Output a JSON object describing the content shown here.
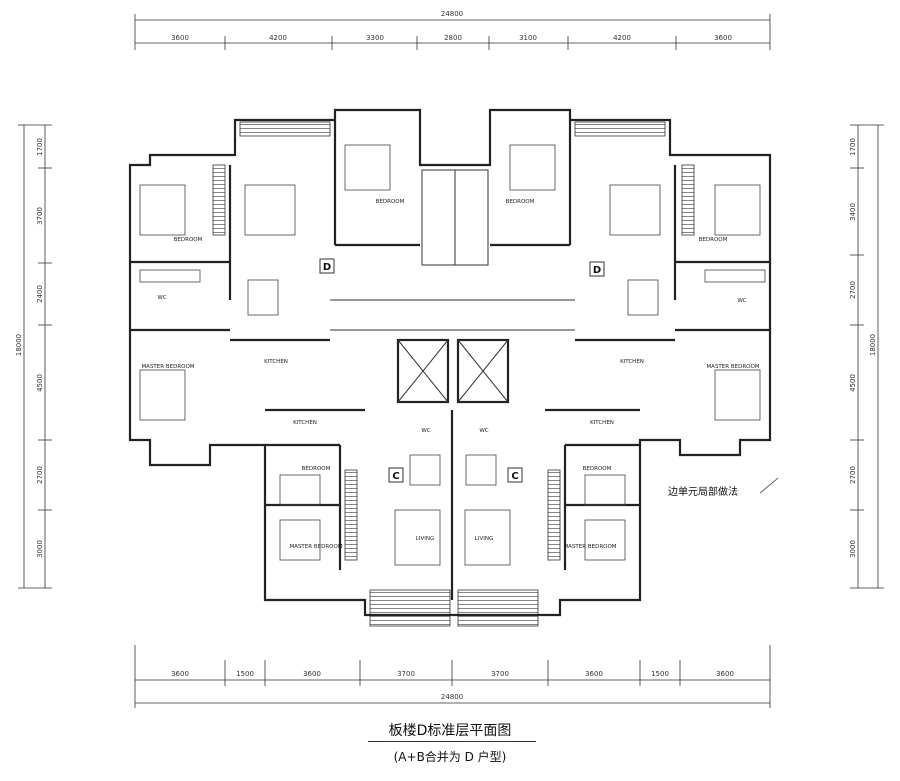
{
  "top_dims": {
    "total": "24800",
    "segments": [
      "3600",
      "4200",
      "3300",
      "2800",
      "3100",
      "4200",
      "3600"
    ]
  },
  "bottom_dims": {
    "total": "24800",
    "segments": [
      "3600",
      "1500",
      "3600",
      "3700",
      "3700",
      "3600",
      "1500",
      "3600"
    ]
  },
  "left_dims": {
    "total": "18000",
    "segments": [
      "1700",
      "3700",
      "2400",
      "4500",
      "2700",
      "3000"
    ]
  },
  "right_dims": {
    "total": "18000",
    "segments": [
      "1700",
      "3400",
      "2700",
      "4500",
      "2700",
      "3000"
    ]
  },
  "rooms": {
    "bedroom": "BEDROOM",
    "master_bedroom": "MASTER BEDROOM",
    "kitchen": "KITCHEN",
    "wc": "WC",
    "living": "LIVING"
  },
  "units": {
    "d": "D",
    "c": "C"
  },
  "note": "边单元局部做法",
  "caption": {
    "title": "板楼D标准层平面图",
    "subtitle": "(A+B合并为 D 户型)"
  }
}
